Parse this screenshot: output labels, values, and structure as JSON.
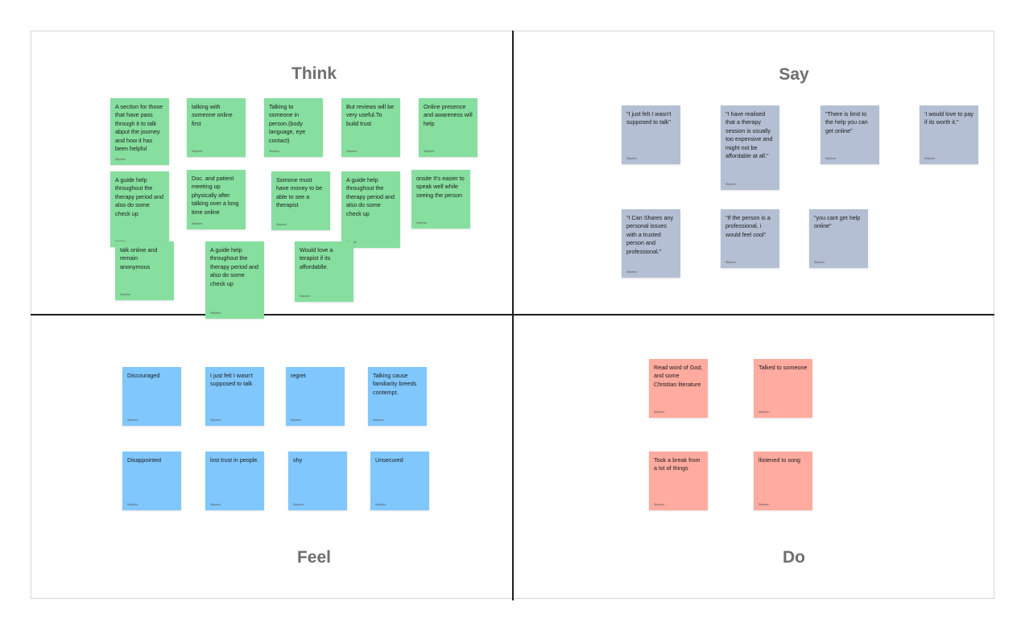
{
  "quadrants": {
    "think": "Think",
    "say": "Say",
    "feel": "Feel",
    "do": "Do"
  },
  "colors": {
    "think": "#86df9f",
    "say": "#b4bfd3",
    "feel": "#80c7fe",
    "do": "#ffaba0"
  },
  "think": [
    {
      "text": "A section for those that have pass through it to talk abput the journey and how it has been helpful",
      "author": "Stephen"
    },
    {
      "text": "talking  with someone online first",
      "author": "Stephen"
    },
    {
      "text": "Talking to someone in person.(body language, eye contact)",
      "author": "Stephen"
    },
    {
      "text": "But reviews will be very useful.To build trust",
      "author": "Stephen"
    },
    {
      "text": "Online presence and awareness will help",
      "author": "Stephen"
    },
    {
      "text": "A guide help throughout the therapy period and also do some check up",
      "author": "Stephen"
    },
    {
      "text": "Doc. and patient meeting up physically after talking over a long time online",
      "author": "Stephen"
    },
    {
      "text": "Somone must have  money to be able to see a therapist",
      "author": "Stephen"
    },
    {
      "text": "A guide help throughout the therapy period and also do some check up",
      "author": "Stephen"
    },
    {
      "text": "onsite It's easier to speak well while seeing the person",
      "author": "Stephen"
    },
    {
      "text": "talk online and remain anonymous",
      "author": "Stephen"
    },
    {
      "text": "A guide help throughout the therapy period and also do some check up",
      "author": "Stephen"
    },
    {
      "text": "Would love a terapist if its affordablle.",
      "author": "Stephen"
    }
  ],
  "say": [
    {
      "text": "\"I just felt I wasn't supposed to talk\"",
      "author": "Stephen"
    },
    {
      "text": "\"I have realised that a therapy session is usually too expensive and might not be affordable at all.\"",
      "author": "Stephen"
    },
    {
      "text": "\"There is limit to the help you can get online\"",
      "author": "Stephen"
    },
    {
      "text": "'I would love to pay if its worth it.\"",
      "author": "Stephen"
    },
    {
      "text": "\"I Can Shares any personal issues with a trusted person  and professional.\"",
      "author": "Stephen"
    },
    {
      "text": "\"If the person is a professional, i would feel cool\"",
      "author": "Stephen"
    },
    {
      "text": "\"you cant get help online\"",
      "author": "Stephen"
    }
  ],
  "feel": [
    {
      "text": "Discouraged",
      "author": "Stephen"
    },
    {
      "text": "I just felt I wasn't supposed to talk",
      "author": "Stephen"
    },
    {
      "text": "regret",
      "author": "Stephen"
    },
    {
      "text": "Talking cause familiarity breeds contempt.",
      "author": "Stephen"
    },
    {
      "text": "Disappointed",
      "author": "Stephen"
    },
    {
      "text": " lost trust in people.",
      "author": "Stephen"
    },
    {
      "text": "shy",
      "author": "Stephen"
    },
    {
      "text": "Unsecured",
      "author": "Stephen"
    }
  ],
  "do": [
    {
      "text": "Read word of God, and some Christian literature",
      "author": "Stephen"
    },
    {
      "text": "Talked to someone",
      "author": "Stephen"
    },
    {
      "text": "Took a break from a lot of things",
      "author": "Stephen"
    },
    {
      "text": "llistened to song",
      "author": "Stephen"
    }
  ]
}
